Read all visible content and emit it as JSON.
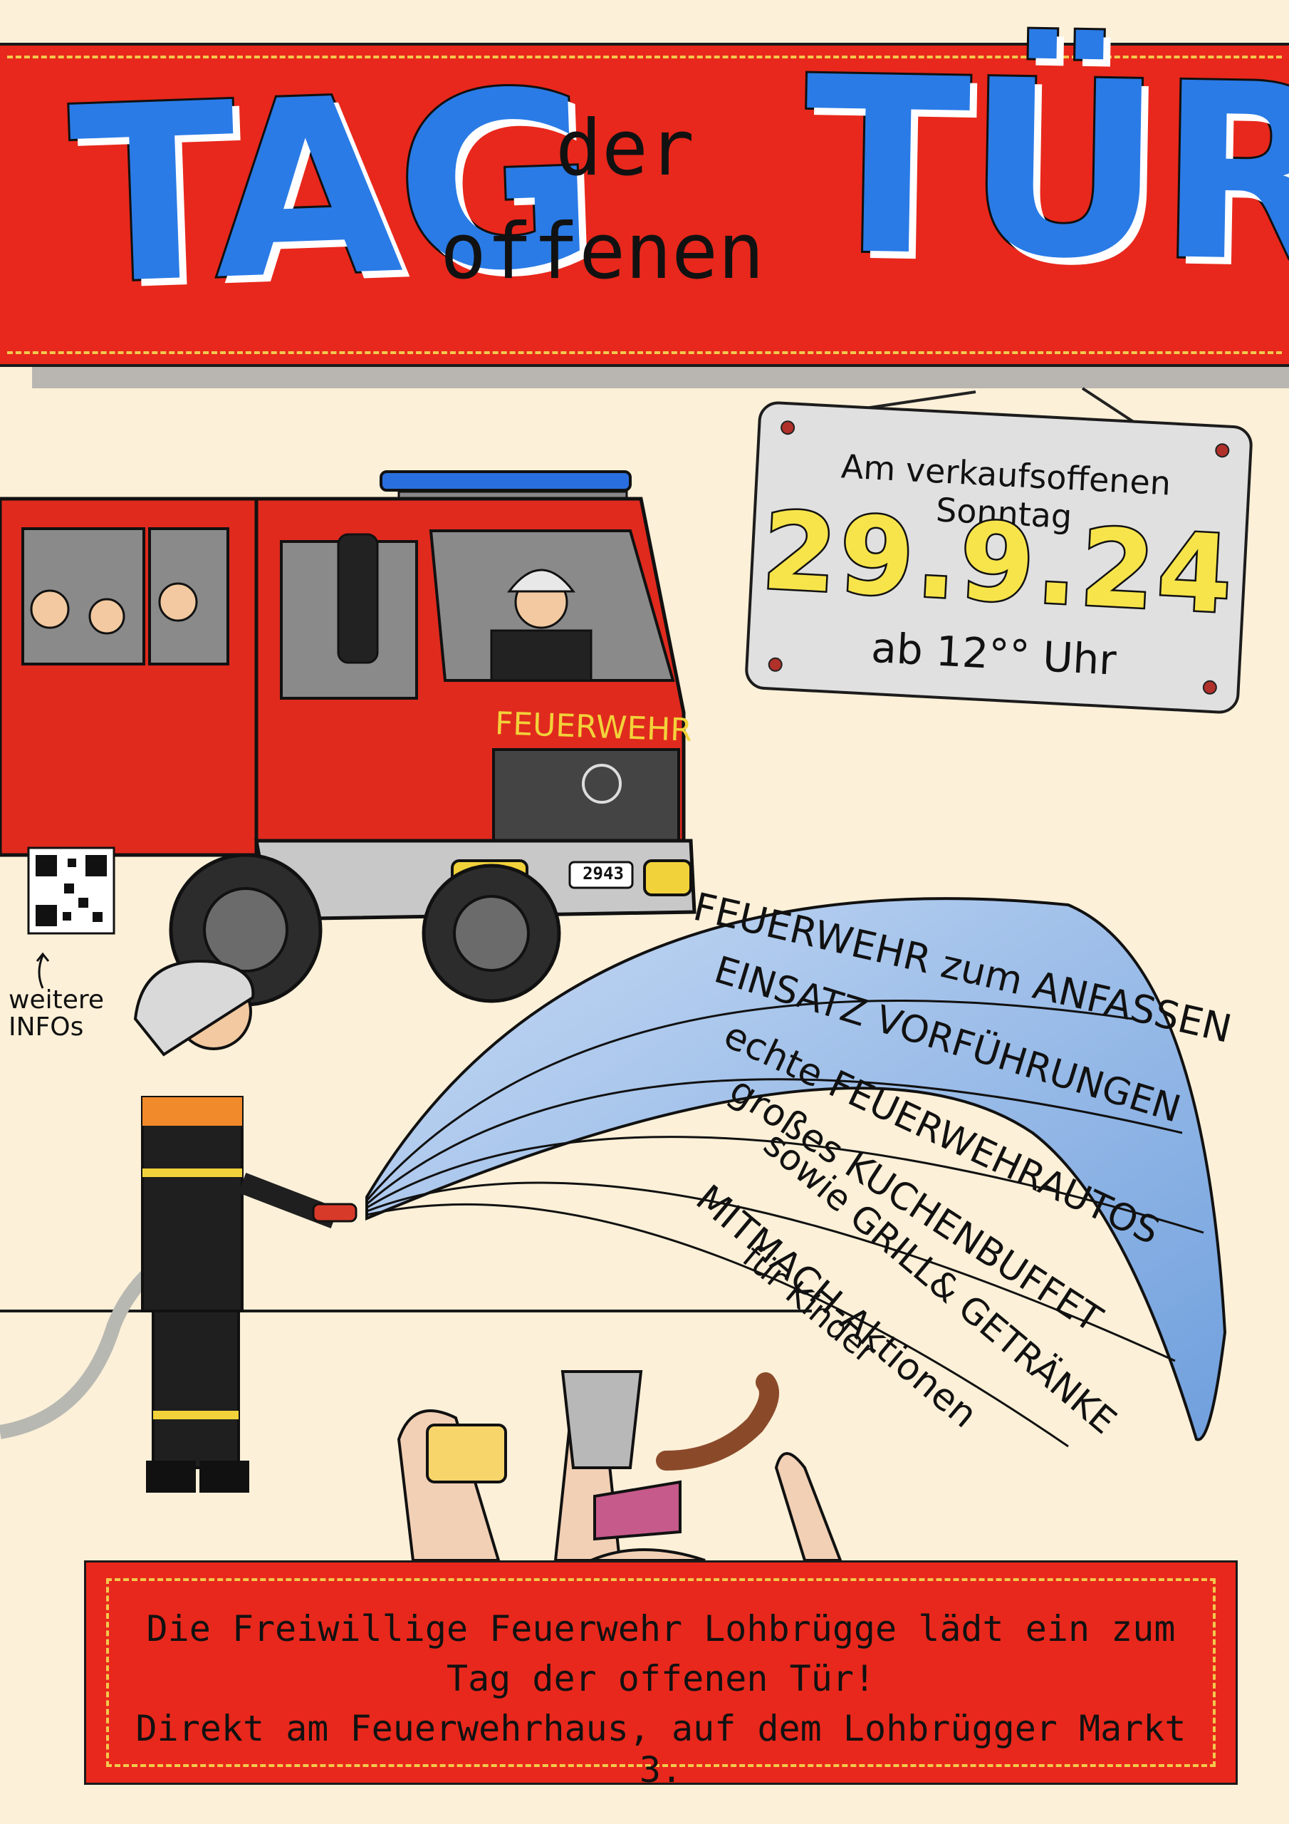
{
  "header": {
    "title_left": "TAG",
    "title_middle_top": "der",
    "title_middle_bottom": "offenen",
    "title_right": "TÜR"
  },
  "sign": {
    "intro": "Am verkaufsoffenen Sonntag",
    "date": "29.9.24",
    "time": "ab 12°° Uhr"
  },
  "truck": {
    "label": "FEUERWEHR",
    "plate": "2943"
  },
  "side_note": {
    "text_line1": "weitere",
    "text_line2": "INFOs"
  },
  "spray_items": [
    "FEUERWEHR zum ANFASSEN",
    "EINSATZ VORFÜHRUNGEN",
    "echte FEUERWEHRAUTOS",
    "großes KUCHENBUFFET",
    "sowie GRILL& GETRÄNKE",
    "MITMACH-Aktionen",
    "für Kinder"
  ],
  "footer": {
    "line1": "Die Freiwillige Feuerwehr Lohbrügge lädt ein zum",
    "line2": "Tag der offenen Tür!",
    "line3": "Direkt am Feuerwehrhaus, auf dem Lohbrügger Markt 3."
  },
  "colors": {
    "background": "#fcf0d8",
    "banner_red": "#e8281c",
    "title_blue": "#2a7be6",
    "date_yellow": "#f7e44a",
    "stitch_yellow": "#f2c94c",
    "sign_grey": "#e0e0e0"
  }
}
